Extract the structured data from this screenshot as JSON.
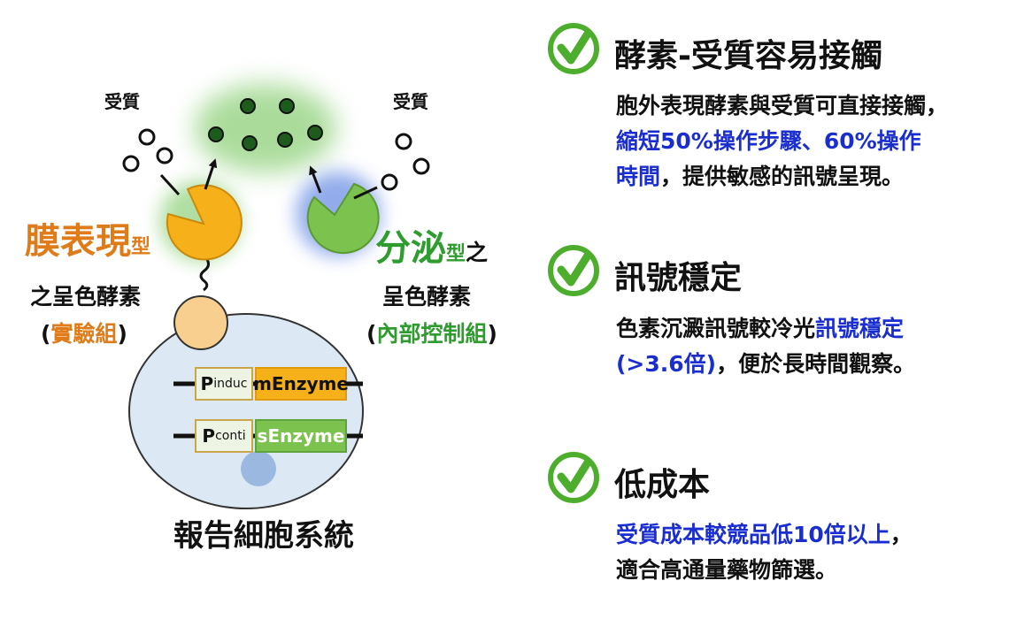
{
  "left": {
    "substrate_left": "受質",
    "substrate_right": "受質",
    "membrane": {
      "title": "膜表現",
      "suffix": "型",
      "line2": "之呈色酵素",
      "open": "(",
      "group": "實驗組",
      "close": ")"
    },
    "secreted": {
      "title": "分泌",
      "suffix": "型",
      "tail": "之",
      "line2": "呈色酵素",
      "open": "(",
      "group": "內部控制組",
      "close": ")"
    },
    "genes": {
      "p_induc": "P",
      "p_induc_sub": "induc",
      "m_enzyme": "mEnzyme",
      "p_conti": "P",
      "p_conti_sub": "conti",
      "s_enzyme": "sEnzyme"
    },
    "system_title": "報告細胞系統"
  },
  "right": {
    "sections": [
      {
        "heading": "酵素-受質容易接觸",
        "lines": [
          [
            {
              "t": "胞外表現酵素與受質可直接接觸，",
              "c": "k"
            }
          ],
          [
            {
              "t": "縮短50%操作步驟、60%操作",
              "c": "b"
            }
          ],
          [
            {
              "t": "時間",
              "c": "b"
            },
            {
              "t": "，提供敏感的訊號呈現。",
              "c": "k"
            }
          ]
        ]
      },
      {
        "heading": "訊號穩定",
        "lines": [
          [
            {
              "t": "色素沉澱訊號較冷光",
              "c": "k"
            },
            {
              "t": "訊號穩定",
              "c": "b"
            }
          ],
          [
            {
              "t": "(>3.6倍)",
              "c": "b"
            },
            {
              "t": "，便於長時間觀察。",
              "c": "k"
            }
          ]
        ]
      },
      {
        "heading": "低成本",
        "lines": [
          [
            {
              "t": "受質成本較競品低10倍以上",
              "c": "b"
            },
            {
              "t": "，",
              "c": "k"
            }
          ],
          [
            {
              "t": "適合高通量藥物篩選。",
              "c": "k"
            }
          ]
        ]
      }
    ]
  },
  "colors": {
    "orange": "#e07b1a",
    "green": "#2e9c2e",
    "blue": "#1a2ed0",
    "check_green": "#4cae2c",
    "enzyme_orange": "#f6b019",
    "enzyme_green": "#7cc24e",
    "cell_fill": "#dce9f5"
  }
}
